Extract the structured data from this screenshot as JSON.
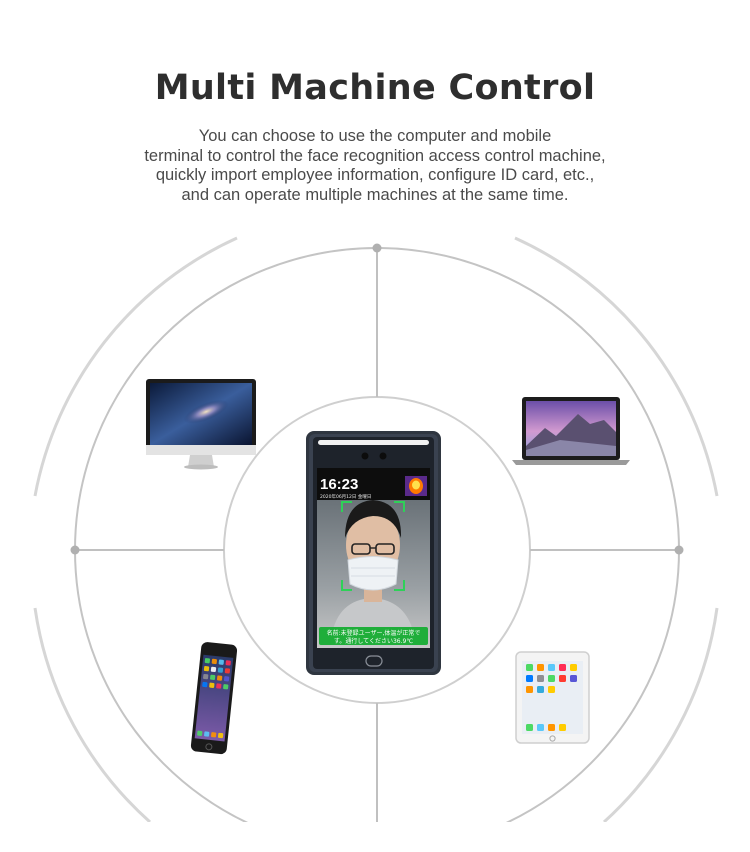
{
  "header": {
    "title": "Multi Machine Control",
    "description_lines": [
      "You can choose to use the computer and mobile",
      "terminal to control the face recognition access control machine,",
      "quickly import employee information, configure ID card, etc.,",
      "and can operate multiple machines at the same time."
    ]
  },
  "terminal": {
    "time": "16:23",
    "date": "2020年06月12日 金曜日",
    "message_line1": "名前:未登録ユーザー,体温が正常で",
    "message_line2": "す。通行してください36.9℃"
  },
  "colors": {
    "ring": "#c9c9c9",
    "divider": "#bdbdbd",
    "title": "#2e2e2e",
    "text": "#4a4a4a",
    "banner": "#1fae3a",
    "terminal_frame": "#2f3640"
  },
  "devices": [
    "desktop-monitor",
    "laptop",
    "smartphone",
    "tablet",
    "face-recognition-terminal"
  ]
}
